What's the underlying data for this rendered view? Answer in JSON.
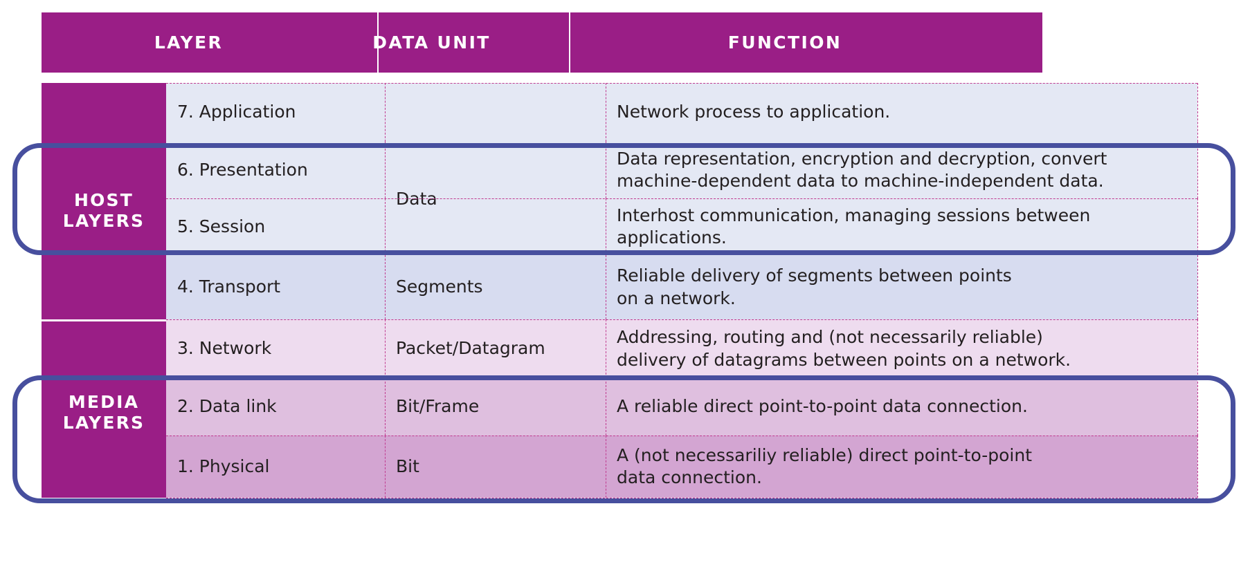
{
  "header": {
    "columns": [
      {
        "label": "LAYER",
        "name": "header-layer"
      },
      {
        "label": "DATA UNIT",
        "name": "header-data-unit"
      },
      {
        "label": "FUNCTION",
        "name": "header-function"
      }
    ]
  },
  "groups": [
    {
      "label_line1": "HOST",
      "label_line2": "LAYERS"
    },
    {
      "label_line1": "MEDIA",
      "label_line2": "LAYERS"
    }
  ],
  "merged_data_unit": {
    "label": "Data"
  },
  "rows": [
    {
      "layer": "7. Application",
      "data_unit": "",
      "function": "Network process to application.",
      "group": "host"
    },
    {
      "layer": "6. Presentation",
      "data_unit": "Data",
      "function": "Data representation, encryption and decryption, convert\nmachine-dependent data to machine-independent data.",
      "group": "host"
    },
    {
      "layer": "5. Session",
      "data_unit": "",
      "function": "Interhost communication, managing sessions between\napplications.",
      "group": "host"
    },
    {
      "layer": "4. Transport",
      "data_unit": "Segments",
      "function": "Reliable delivery of segments between points\non a network.",
      "group": "host"
    },
    {
      "layer": "3. Network",
      "data_unit": "Packet/Datagram",
      "function": "Addressing, routing and (not necessarily reliable)\ndelivery of datagrams between points on a network.",
      "group": "media"
    },
    {
      "layer": "2. Data link",
      "data_unit": "Bit/Frame",
      "function": "A reliable direct point-to-point data connection.",
      "group": "media"
    },
    {
      "layer": "1. Physical",
      "data_unit": "Bit",
      "function": "A (not necessariliy reliable) direct point-to-point\ndata connection.",
      "group": "media"
    }
  ],
  "colors": {
    "header_magenta": "#9A1E86",
    "sidebar_magenta": "#9A1E86",
    "highlight_navy": "#474F9E",
    "dash_pink": "#C0398F",
    "row_1": "#E4E8F4",
    "row_2": "#E4E8F4",
    "row_3": "#E4E8F4",
    "row_4": "#D7DCF0",
    "row_5": "#EEDCEF",
    "row_6": "#DFBFDF",
    "row_7": "#D3A5D2",
    "text_dark": "#231f20",
    "text_light": "#ffffff"
  }
}
